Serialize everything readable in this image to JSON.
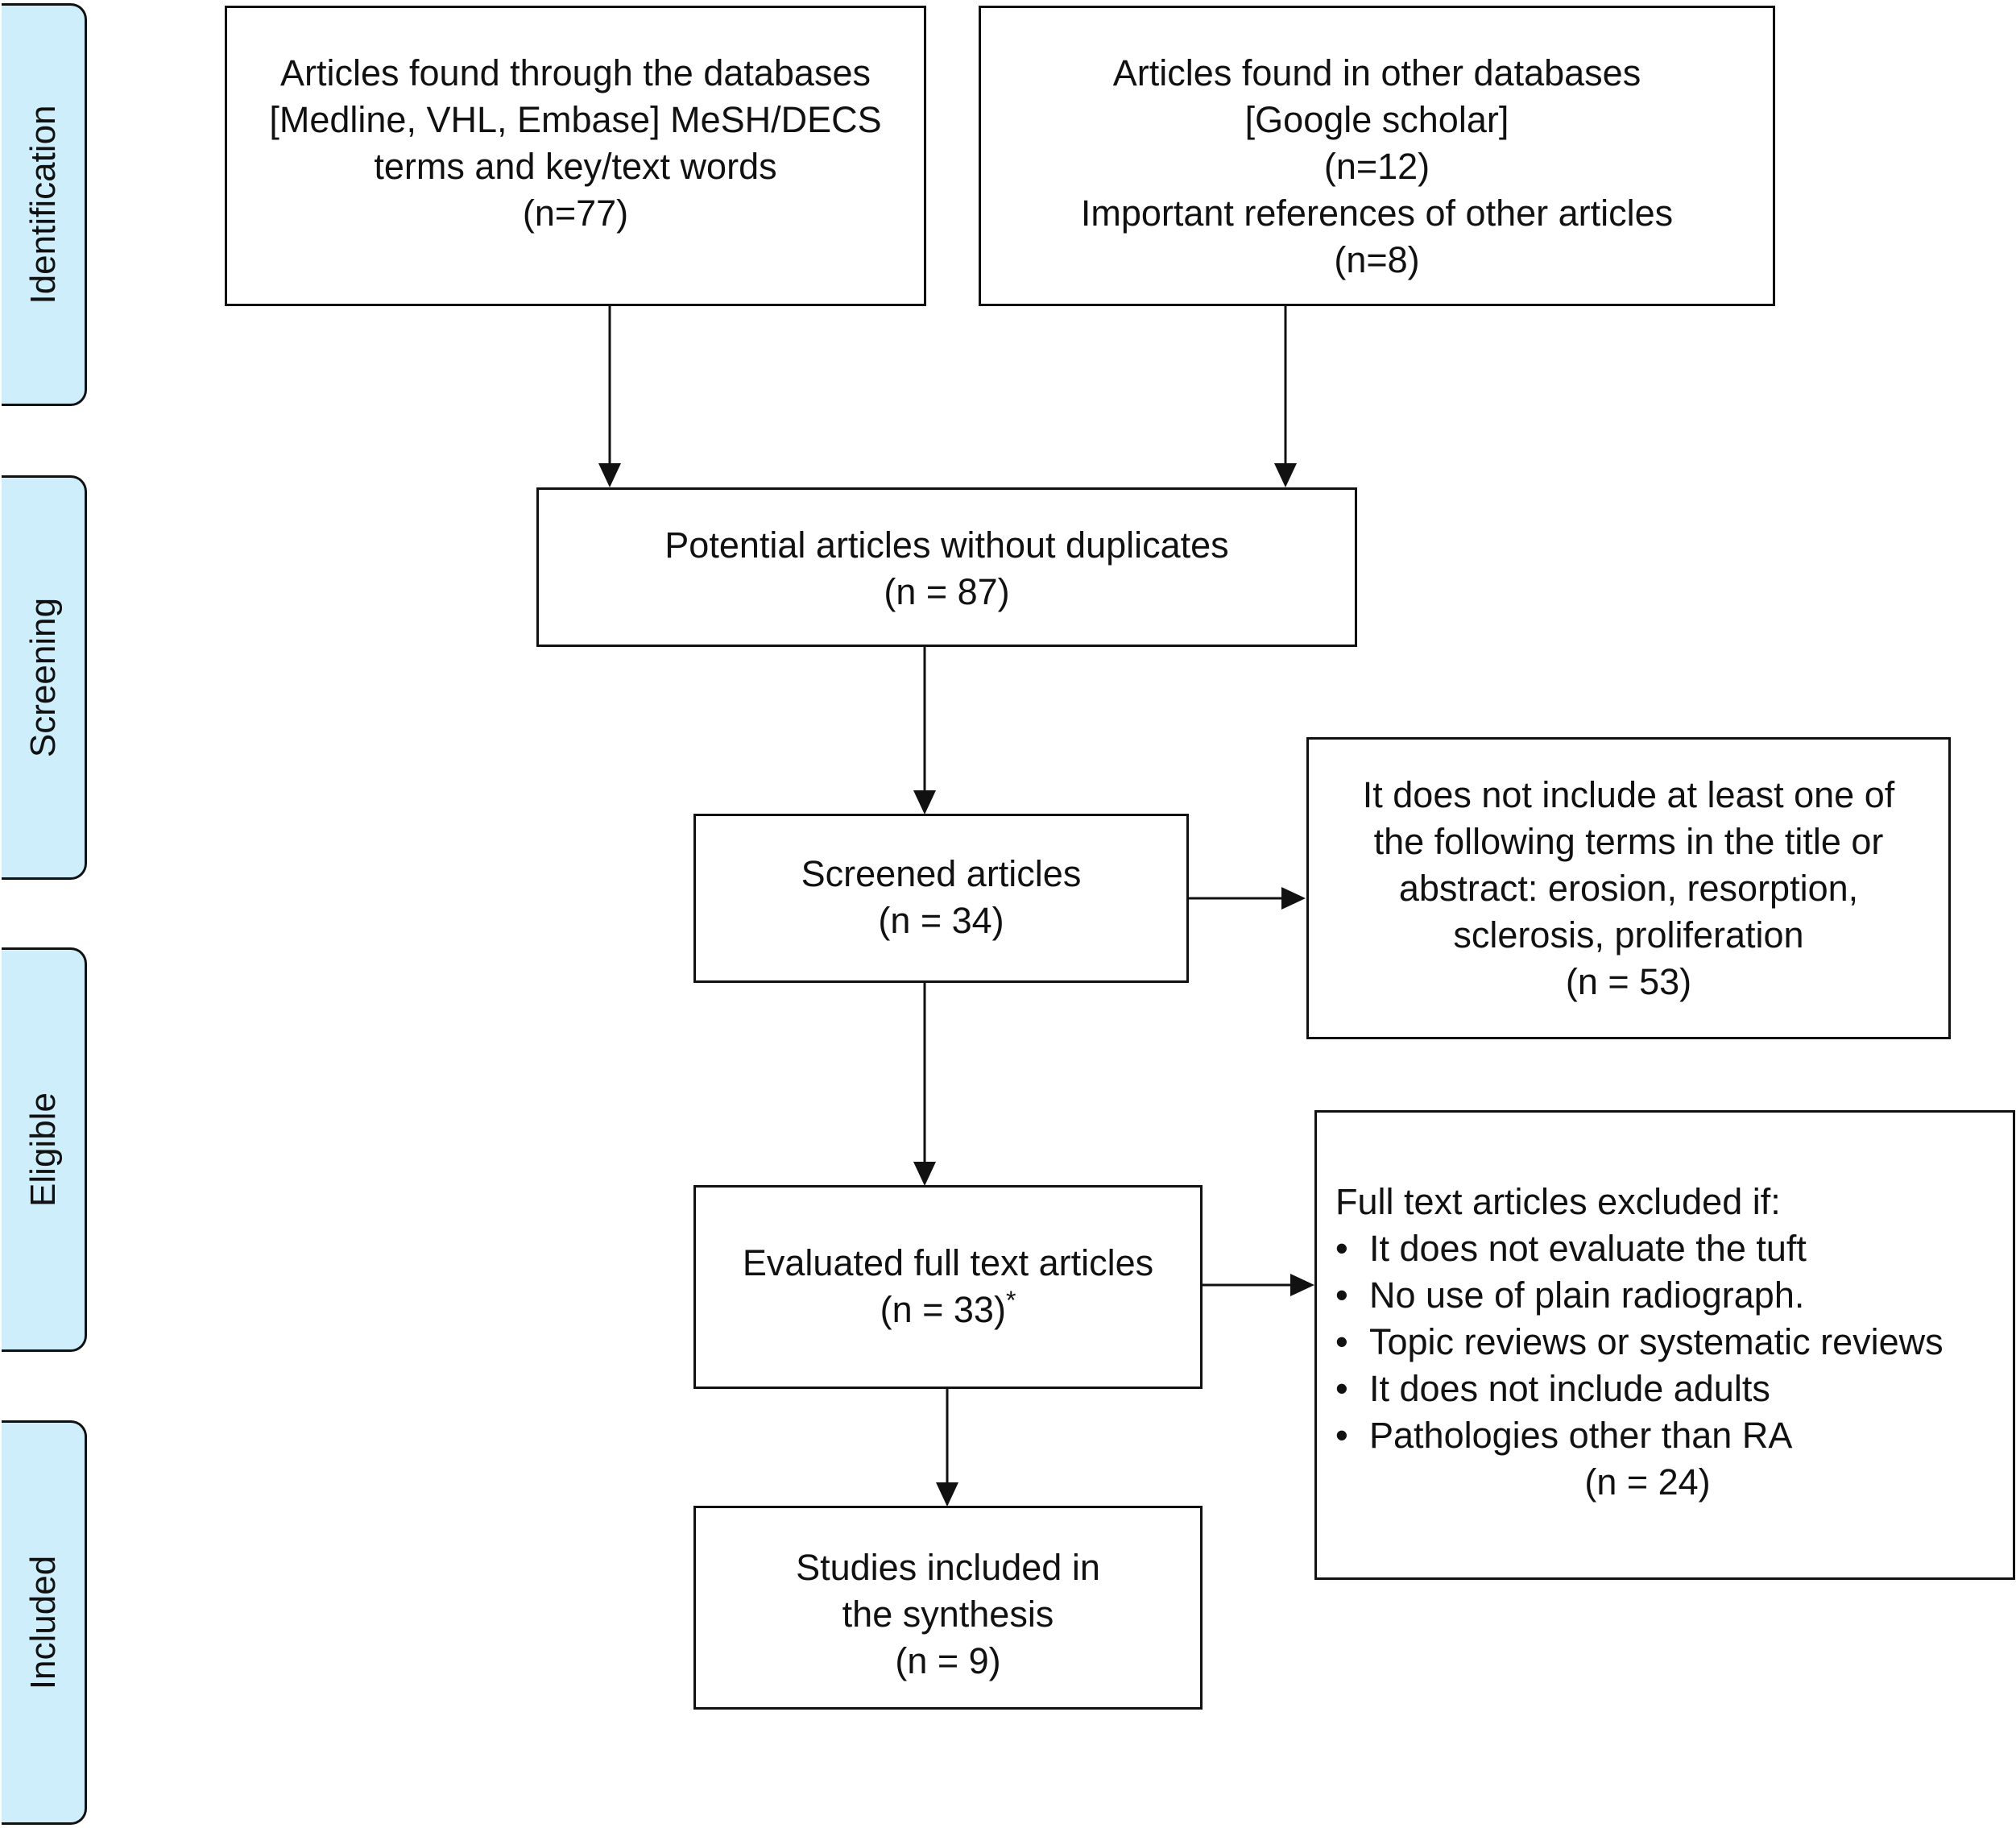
{
  "stages": {
    "identification": "Identification",
    "screening": "Screening",
    "eligible": "Eligible",
    "included": "Included"
  },
  "boxes": {
    "databases": {
      "lines": [
        "Articles found through the databases",
        "[Medline, VHL, Embase] MeSH/DECS",
        "terms and key/text words",
        "(n=77)"
      ]
    },
    "other_databases": {
      "lines": [
        "Articles found in other databases",
        "[Google scholar]",
        "(n=12)",
        "Important references of other articles",
        "(n=8)"
      ]
    },
    "without_duplicates": {
      "lines": [
        "Potential articles without duplicates",
        "(n = 87)"
      ]
    },
    "screened": {
      "lines": [
        "Screened articles",
        "(n = 34)"
      ]
    },
    "screening_exclusion": {
      "lines": [
        "It does not include at least one of",
        "the following terms in the title or",
        "abstract: erosion, resorption,",
        "sclerosis, proliferation",
        "(n = 53)"
      ]
    },
    "full_text": {
      "line1": "Evaluated full text articles",
      "line2": "(n = 33)",
      "marker": "*"
    },
    "full_text_exclusion": {
      "heading": "Full text articles excluded if:",
      "bullet": "•",
      "items": [
        "It does not evaluate the tuft",
        "No use of plain radiograph.",
        "Topic reviews or systematic reviews",
        "It does not include adults",
        "Pathologies other than RA"
      ],
      "count": "(n = 24)"
    },
    "included": {
      "lines": [
        "Studies included in",
        "the synthesis",
        "(n = 9)"
      ]
    }
  },
  "colors": {
    "stage_fill": "#cfeefc",
    "stroke": "#111111"
  }
}
